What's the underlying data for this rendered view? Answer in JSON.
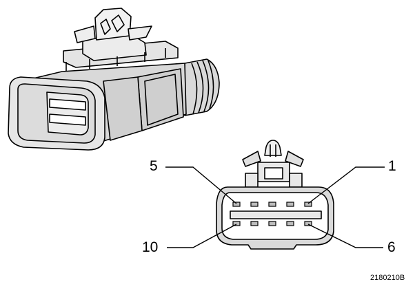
{
  "figure_code": "2180210B",
  "pins": {
    "top_left": "5",
    "top_right": "1",
    "bottom_left": "10",
    "bottom_right": "6"
  },
  "colors": {
    "line": "#000000",
    "body_fill": "#d9d9d9",
    "background": "#ffffff"
  }
}
